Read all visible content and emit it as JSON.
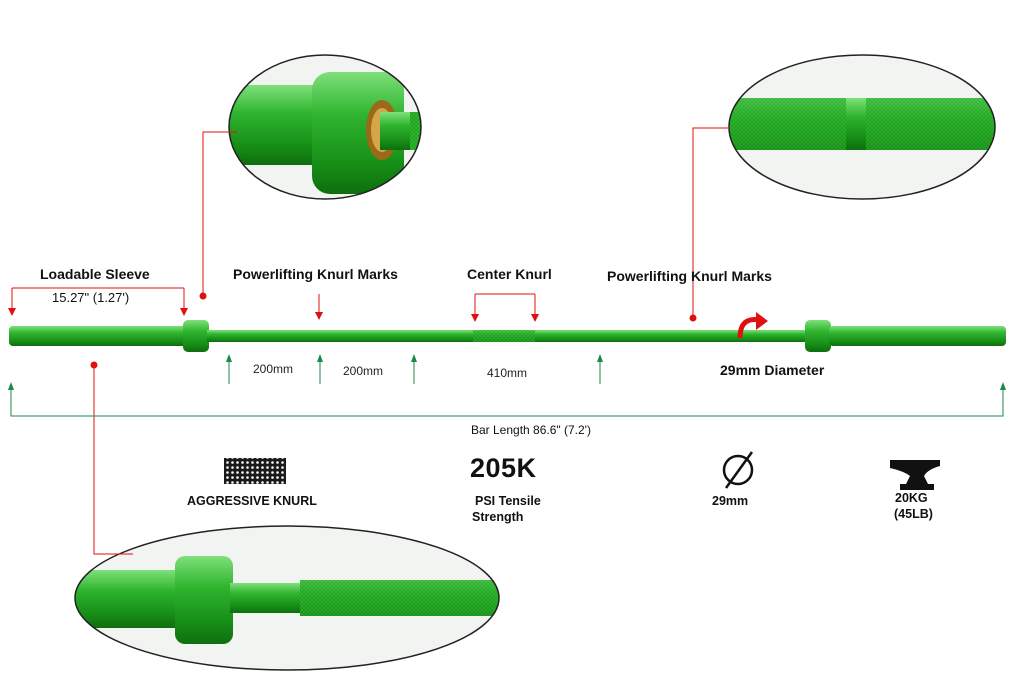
{
  "labels": {
    "loadable_sleeve": "Loadable Sleeve",
    "sleeve_length": "15.27\" (1.27')",
    "pl_knurl_left": "Powerlifting Knurl Marks",
    "center_knurl": "Center Knurl",
    "pl_knurl_right": "Powerlifting Knurl Marks",
    "dim_a": "200mm",
    "dim_b": "200mm",
    "dim_c": "410mm",
    "diameter": "29mm Diameter",
    "bar_length": "Bar Length 86.6\" (7.2')"
  },
  "features": {
    "knurl": {
      "icon": "knurl-pattern-icon",
      "caption": "AGGRESSIVE KNURL"
    },
    "tensile": {
      "value": "205K",
      "caption_line1": "PSI Tensile",
      "caption_line2": "Strength"
    },
    "diameter": {
      "icon": "diameter-icon",
      "caption": "29mm"
    },
    "weight": {
      "icon": "anvil-icon",
      "caption_line1": "20KG",
      "caption_line2": "(45LB)"
    }
  },
  "colors": {
    "bar_green": "#1fa11f",
    "callout_red": "#e01010",
    "dimension_green": "#1a8a4a",
    "bushing_bronze": "#b8862b"
  }
}
